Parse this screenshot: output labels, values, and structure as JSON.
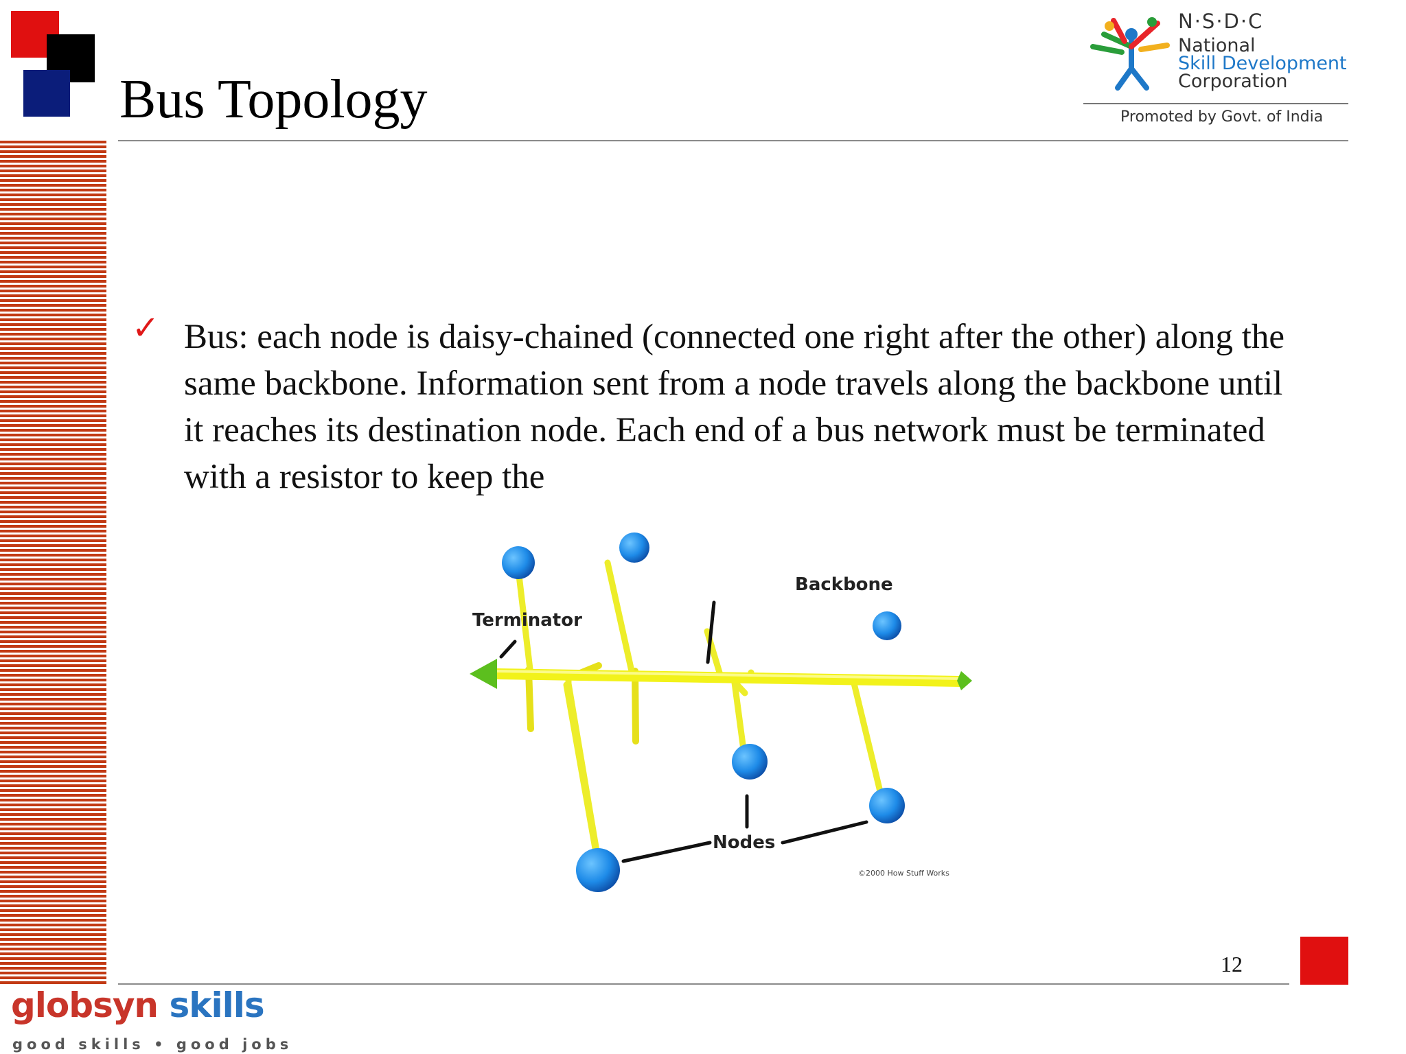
{
  "slide": {
    "title": "Bus Topology",
    "page_number": "12",
    "bullet_text": "Bus: each node is daisy-chained (connected one right after the other) along the same backbone. Information sent from a node travels along the backbone until it reaches its destination node. Each end of a bus network must be terminated with a resistor to keep the",
    "check_glyph": "✓"
  },
  "logo": {
    "acronym": "N·S·D·C",
    "line1": "National",
    "line2": "Skill Development",
    "line3": "Corporation",
    "tagline": "Promoted by Govt. of India"
  },
  "diagram": {
    "label_terminator": "Terminator",
    "label_backbone": "Backbone",
    "label_nodes": "Nodes",
    "credit": "©2000 How Stuff Works",
    "colors": {
      "bus": "#f2f21a",
      "node": "#1e8be8",
      "terminator": "#5cbf1e"
    }
  },
  "footer": {
    "brand_part1": "globsyn",
    "brand_part2": " skills",
    "tagline": "good skills • good jobs"
  },
  "colors": {
    "accent_red": "#e01010",
    "stripe": "#c23a14",
    "square_navy": "#0b1d7a"
  }
}
